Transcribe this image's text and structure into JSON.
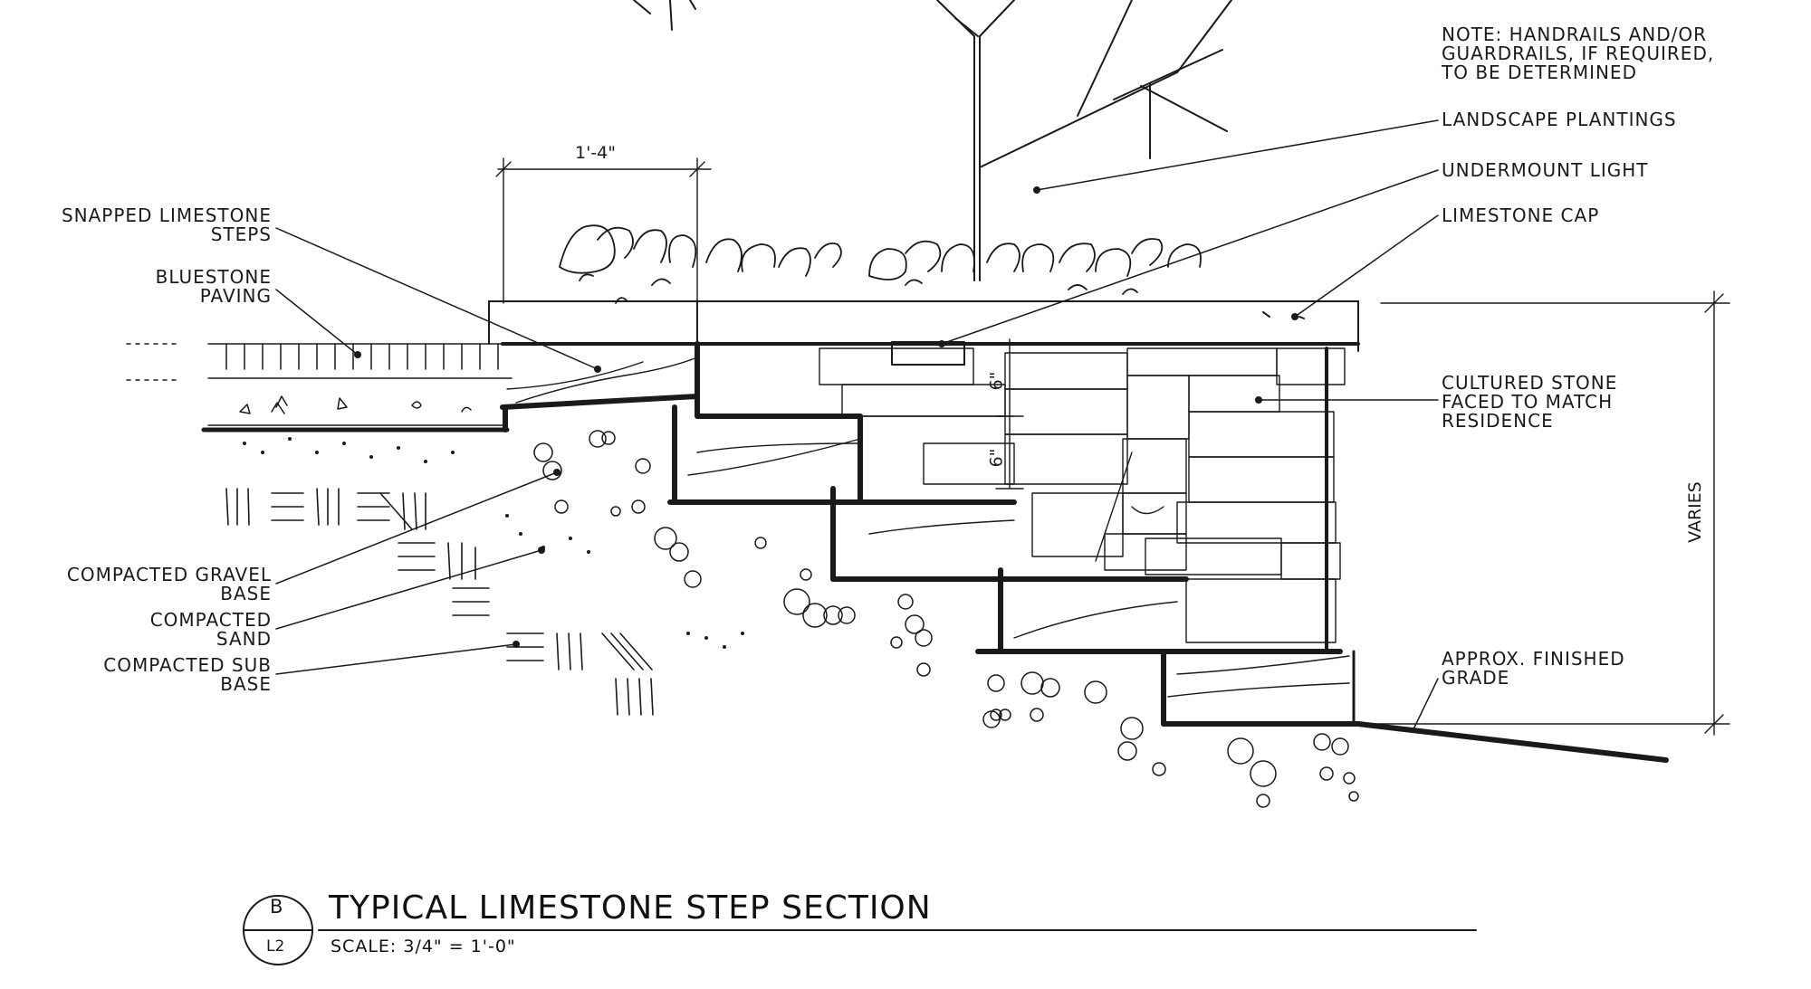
{
  "labels": {
    "note": [
      "NOTE: HANDRAILS AND/OR",
      "GUARDRAILS, IF REQUIRED,",
      "TO BE DETERMINED"
    ],
    "landscape_plantings": "LANDSCAPE PLANTINGS",
    "undermount_light": "UNDERMOUNT LIGHT",
    "limestone_cap": "LIMESTONE CAP",
    "cultured_stone": [
      "CULTURED STONE",
      "FACED TO MATCH",
      "RESIDENCE"
    ],
    "approx_grade": [
      "APPROX. FINISHED",
      "GRADE"
    ],
    "snapped_steps": [
      "SNAPPED LIMESTONE",
      "STEPS"
    ],
    "bluestone": [
      "BLUESTONE",
      "PAVING"
    ],
    "gravel": [
      "COMPACTED GRAVEL",
      "BASE"
    ],
    "sand": [
      "COMPACTED",
      "SAND"
    ],
    "sub_base": [
      "COMPACTED SUB",
      "BASE"
    ]
  },
  "dimensions": {
    "width": "1'-4\"",
    "riser_1": "6\"",
    "riser_2": "6\"",
    "varies": "VARIES"
  },
  "title_block": {
    "detail_letter": "B",
    "sheet": "L2",
    "title": "TYPICAL LIMESTONE STEP SECTION",
    "scale": "SCALE:  3/4\" = 1'-0\""
  },
  "colors": {
    "ink": "#1a1a1a",
    "paper": "#ffffff"
  }
}
